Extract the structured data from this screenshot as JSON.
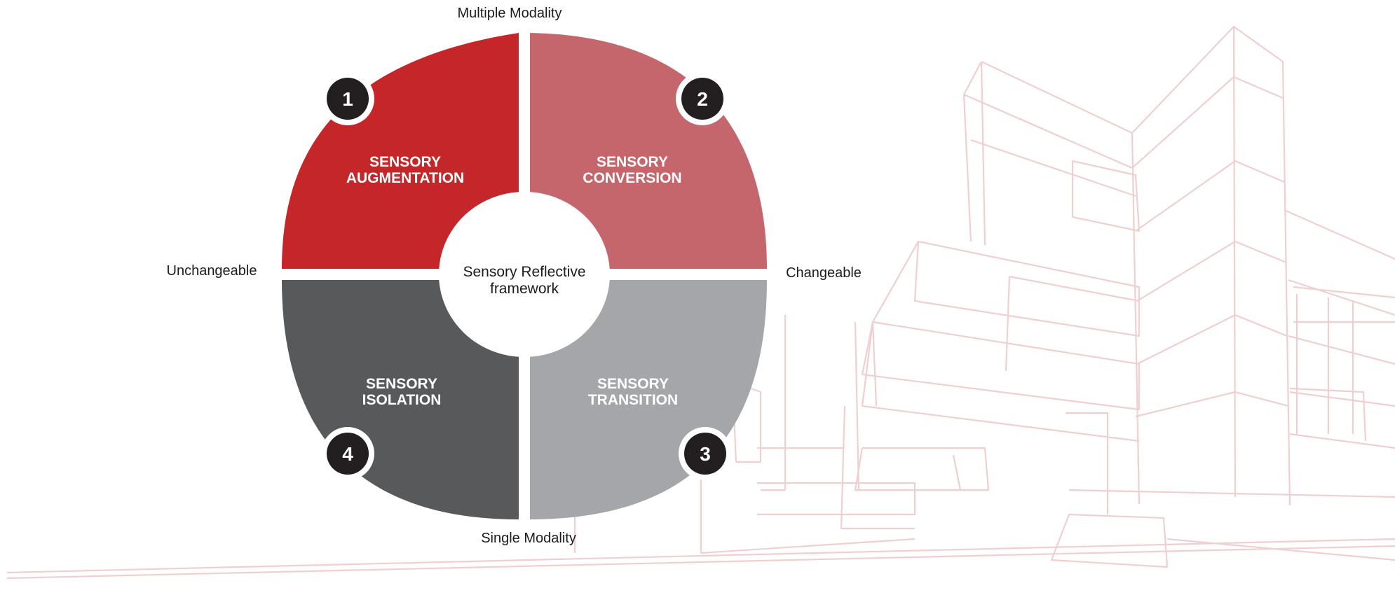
{
  "diagram": {
    "center": {
      "line1": "Sensory Reflective",
      "line2": "framework"
    },
    "axes": {
      "top": "Multiple Modality",
      "bottom": "Single Modality",
      "left": "Unchangeable",
      "right": "Changeable"
    },
    "quadrants": [
      {
        "id": "augmentation",
        "number": "1",
        "title_line1": "SENSORY",
        "title_line2": "AUGMENTATION",
        "color": "#c4262a"
      },
      {
        "id": "conversion",
        "number": "2",
        "title_line1": "SENSORY",
        "title_line2": "CONVERSION",
        "color": "#c5666d"
      },
      {
        "id": "transition",
        "number": "3",
        "title_line1": "SENSORY",
        "title_line2": "TRANSITION",
        "color": "#a5a6a9"
      },
      {
        "id": "isolation",
        "number": "4",
        "title_line1": "SENSORY",
        "title_line2": "ISOLATION",
        "color": "#58595b"
      }
    ],
    "colors": {
      "badge": "#231f20",
      "background_lines": "#f0cfd1",
      "text": "#1e1b1c"
    }
  }
}
